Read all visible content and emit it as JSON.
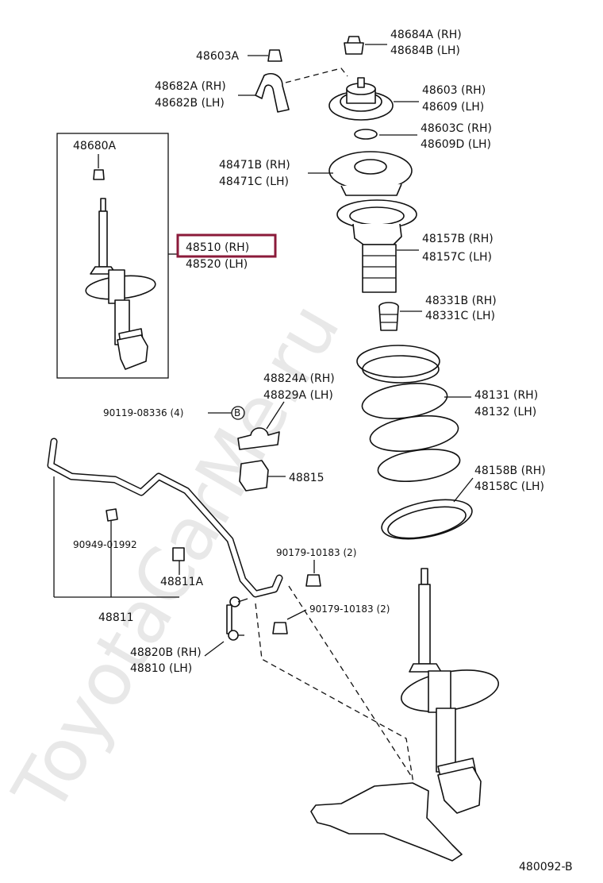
{
  "watermark": "ToyotaCarMe.ru",
  "diagram_code": "480092-B",
  "highlight_color": "#8b1a3a",
  "labels": {
    "p48684A": "48684A (RH)",
    "p48684B": "48684B (LH)",
    "p48603A": "48603A",
    "p48682A": "48682A (RH)",
    "p48682B": "48682B (LH)",
    "p48603": "48603 (RH)",
    "p48609": "48609 (LH)",
    "p48603C": "48603C (RH)",
    "p48609D": "48609D (LH)",
    "p48680A": "48680A",
    "p48471B": "48471B (RH)",
    "p48471C": "48471C (LH)",
    "p48510": "48510 (RH)",
    "p48520": "48520 (LH)",
    "p48157B": "48157B (RH)",
    "p48157C": "48157C (LH)",
    "p48331B": "48331B (RH)",
    "p48331C": "48331C (LH)",
    "p48824A": "48824A (RH)",
    "p48829A": "48829A (LH)",
    "p48131": "48131 (RH)",
    "p48132": "48132 (LH)",
    "p90119": "90119-08336 (4)",
    "circle_b": "B",
    "p48815": "48815",
    "p48158B": "48158B (RH)",
    "p48158C": "48158C (LH)",
    "p90949": "90949-01992",
    "p90179a": "90179-10183 (2)",
    "p48811A": "48811A",
    "p90179b": "90179-10183 (2)",
    "p48811": "48811",
    "p48820B": "48820B (RH)",
    "p48810": "48810   (LH)"
  }
}
